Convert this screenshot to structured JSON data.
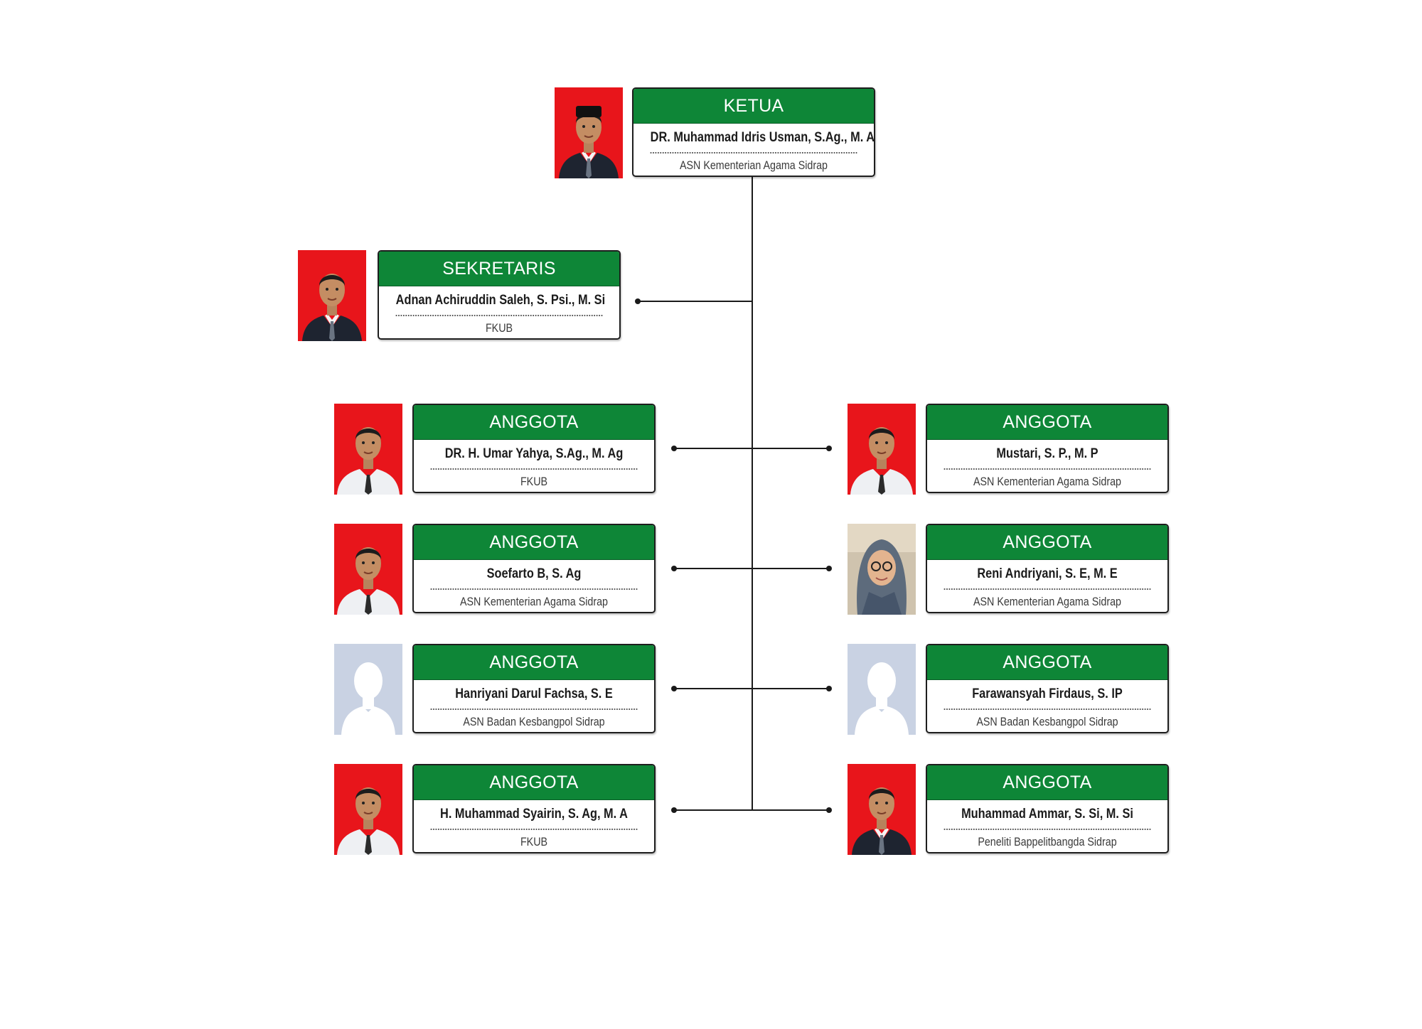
{
  "colors": {
    "header_green": "#0e8637",
    "photo_red_background": "#e8151b",
    "placeholder_background": "#c9d2e3",
    "connector": "#1a1a1a"
  },
  "members": [
    {
      "role": "KETUA",
      "name": "DR. Muhammad Idris Usman, S.Ag., M. A",
      "org": "ASN Kementerian Agama Sidrap",
      "photo": "red-background-portrait"
    },
    {
      "role": "SEKRETARIS",
      "name": "Adnan Achiruddin Saleh, S. Psi., M. Si",
      "org": "FKUB",
      "photo": "red-background-portrait"
    },
    {
      "role": "ANGGOTA",
      "name": "DR. H. Umar Yahya, S.Ag., M. Ag",
      "org": "FKUB",
      "photo": "red-background-portrait"
    },
    {
      "role": "ANGGOTA",
      "name": "Mustari, S. P., M. P",
      "org": "ASN Kementerian Agama Sidrap",
      "photo": "red-background-portrait"
    },
    {
      "role": "ANGGOTA",
      "name": "Soefarto B, S. Ag",
      "org": "ASN Kementerian Agama Sidrap",
      "photo": "red-background-portrait"
    },
    {
      "role": "ANGGOTA",
      "name": "Reni Andriyani, S. E, M. E",
      "org": "ASN Kementerian Agama Sidrap",
      "photo": "hijab-portrait"
    },
    {
      "role": "ANGGOTA",
      "name": "Hanriyani Darul Fachsa, S. E",
      "org": "ASN Badan Kesbangpol Sidrap",
      "photo": "placeholder-silhouette"
    },
    {
      "role": "ANGGOTA",
      "name": "Farawansyah Firdaus, S. IP",
      "org": "ASN Badan Kesbangpol Sidrap",
      "photo": "placeholder-silhouette"
    },
    {
      "role": "ANGGOTA",
      "name": "H. Muhammad Syairin, S. Ag, M. A",
      "org": "FKUB",
      "photo": "red-background-portrait"
    },
    {
      "role": "ANGGOTA",
      "name": "Muhammad Ammar, S. Si, M. Si",
      "org": "Peneliti Bappelitbangda Sidrap",
      "photo": "red-background-portrait"
    }
  ]
}
